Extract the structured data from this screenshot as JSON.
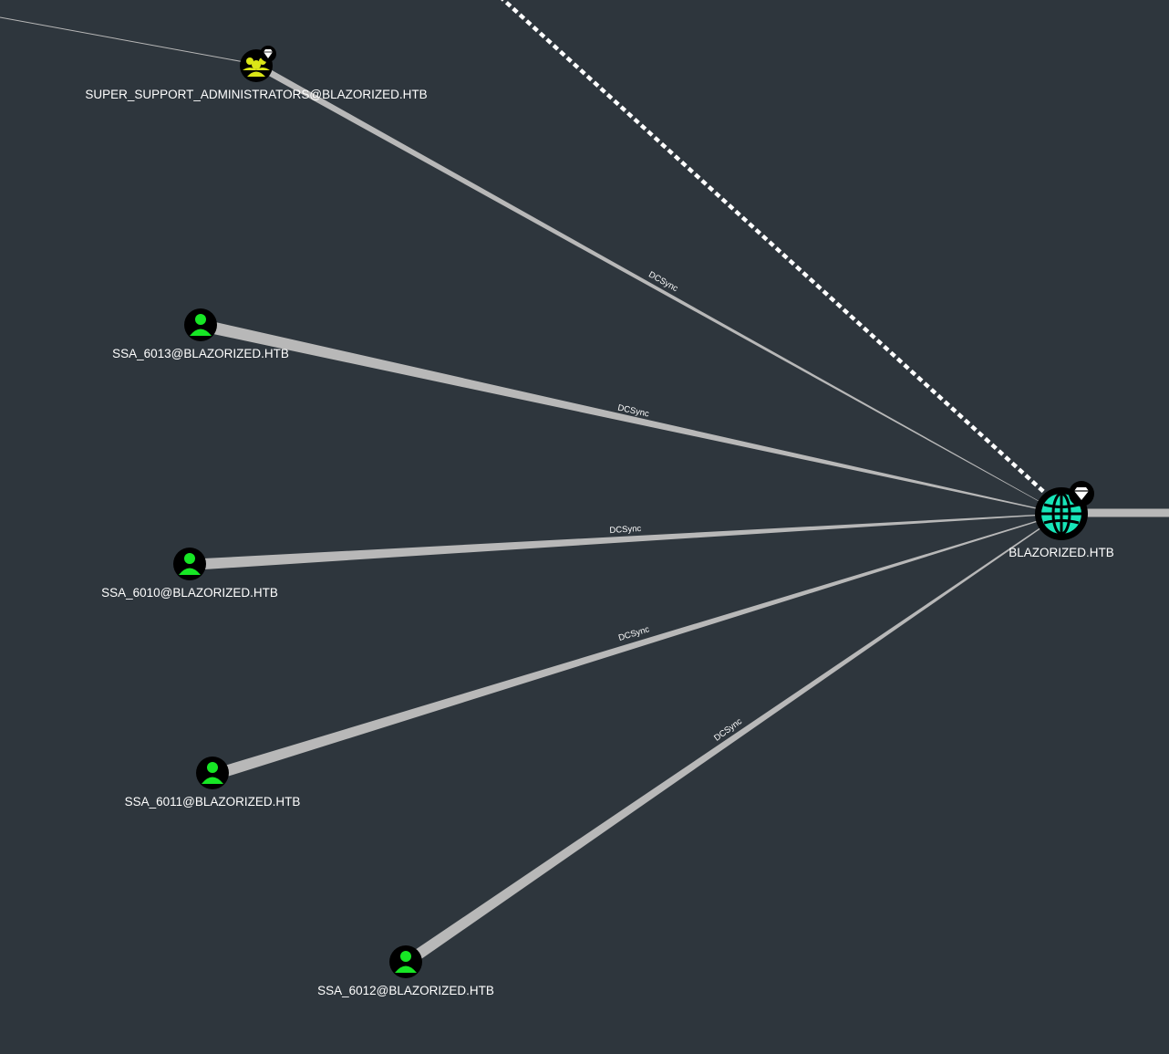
{
  "graph": {
    "nodes": [
      {
        "id": "super_support_admins",
        "label": "SUPER_SUPPORT_ADMINISTRATORS@BLAZORIZED.HTB",
        "kind": "group",
        "icon": "group-icon",
        "highvalue": true
      },
      {
        "id": "ssa_6013",
        "label": "SSA_6013@BLAZORIZED.HTB",
        "kind": "user",
        "icon": "user-icon",
        "highvalue": false
      },
      {
        "id": "ssa_6010",
        "label": "SSA_6010@BLAZORIZED.HTB",
        "kind": "user",
        "icon": "user-icon",
        "highvalue": false
      },
      {
        "id": "ssa_6011",
        "label": "SSA_6011@BLAZORIZED.HTB",
        "kind": "user",
        "icon": "user-icon",
        "highvalue": false
      },
      {
        "id": "ssa_6012",
        "label": "SSA_6012@BLAZORIZED.HTB",
        "kind": "user",
        "icon": "user-icon",
        "highvalue": false
      },
      {
        "id": "blazorized_htb",
        "label": "BLAZORIZED.HTB",
        "kind": "domain",
        "icon": "domain-globe-icon",
        "highvalue": true
      }
    ],
    "edges": [
      {
        "source": "super_support_admins",
        "target": "blazorized_htb",
        "label": "DCSync"
      },
      {
        "source": "ssa_6013",
        "target": "blazorized_htb",
        "label": "DCSync"
      },
      {
        "source": "ssa_6010",
        "target": "blazorized_htb",
        "label": "DCSync"
      },
      {
        "source": "ssa_6011",
        "target": "blazorized_htb",
        "label": "DCSync"
      },
      {
        "source": "ssa_6012",
        "target": "blazorized_htb",
        "label": "DCSync"
      }
    ],
    "colors": {
      "background": "#2e363d",
      "edge": "#b8b8b8",
      "dashed_edge": "#ffffff",
      "node_fill": "#000000",
      "user_icon": "#17e625",
      "group_icon": "#dbe617",
      "domain_icon": "#17e6b9",
      "highvalue_badge": "#ffffff",
      "label_text": "#ffffff"
    }
  }
}
